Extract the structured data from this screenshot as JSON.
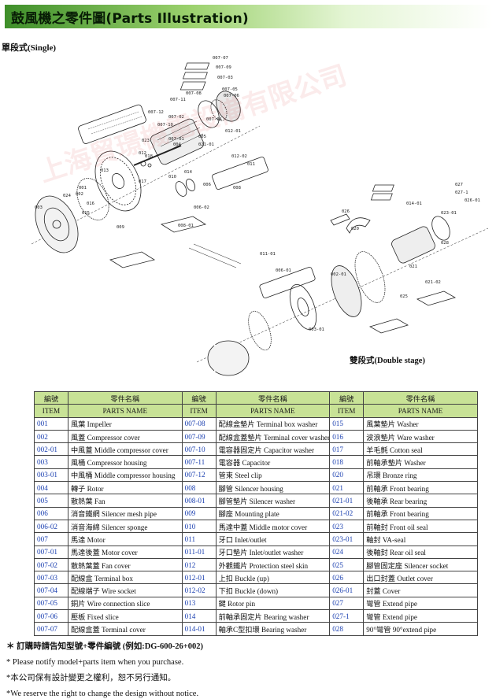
{
  "title": "鼓風機之零件圖(Parts Illustration)",
  "single_label": "單段式(Single)",
  "double_label": "雙段式(Double stage)",
  "watermark_text": "上海貿璟機電設備有限公司",
  "table": {
    "headers": {
      "no_zh": "編號",
      "name_zh": "零件名稱",
      "no_en": "ITEM",
      "name_en": "PARTS NAME"
    },
    "rows": [
      [
        [
          "001",
          "風葉  Impeller"
        ],
        [
          "007-08",
          "配線盒墊片  Terminal box washer"
        ],
        [
          "015",
          "風葉墊片  Washer"
        ]
      ],
      [
        [
          "002",
          "風蓋  Compressor cover"
        ],
        [
          "007-09",
          "配線盒蓋墊片  Terminal cover washer"
        ],
        [
          "016",
          "波浪墊片  Ware washer"
        ]
      ],
      [
        [
          "002-01",
          "中風蓋  Middle compressor cover"
        ],
        [
          "007-10",
          "電容器固定片  Capacitor washer"
        ],
        [
          "017",
          "羊毛氈  Cotton seal"
        ]
      ],
      [
        [
          "003",
          "風桶  Compressor housing"
        ],
        [
          "007-11",
          "電容器  Capacitor"
        ],
        [
          "018",
          "前軸承墊片  Washer"
        ]
      ],
      [
        [
          "003-01",
          "中風桶  Middle compressor housing"
        ],
        [
          "007-12",
          "管束  Steel clip"
        ],
        [
          "020",
          "吊環  Bronze ring"
        ]
      ],
      [
        [
          "004",
          "轉子  Rotor"
        ],
        [
          "008",
          "腳管  Silencer housing"
        ],
        [
          "021",
          "前軸承  Front bearing"
        ]
      ],
      [
        [
          "005",
          "散熱葉  Fan"
        ],
        [
          "008-01",
          "腳管墊片  Silencer washer"
        ],
        [
          "021-01",
          "後軸承  Rear bearing"
        ]
      ],
      [
        [
          "006",
          "消音鐵網  Silencer mesh pipe"
        ],
        [
          "009",
          "腳座  Mounting plate"
        ],
        [
          "021-02",
          "前軸承  Front bearing"
        ]
      ],
      [
        [
          "006-02",
          "消音海綿  Silencer sponge"
        ],
        [
          "010",
          "馬達中蓋  Middle motor cover"
        ],
        [
          "023",
          "前軸封  Front oil seal"
        ]
      ],
      [
        [
          "007",
          "馬達  Motor"
        ],
        [
          "011",
          "牙口  Inlet/outlet"
        ],
        [
          "023-01",
          "軸封  VA-seal"
        ]
      ],
      [
        [
          "007-01",
          "馬達後蓋  Motor cover"
        ],
        [
          "011-01",
          "牙口墊片  Inlet/outlet washer"
        ],
        [
          "024",
          "後軸封  Rear oil seal"
        ]
      ],
      [
        [
          "007-02",
          "散熱葉蓋  Fan cover"
        ],
        [
          "012",
          "外觀鐵片  Protection steel skin"
        ],
        [
          "025",
          "腳管固定座  Silencer socket"
        ]
      ],
      [
        [
          "007-03",
          "配線盒  Terminal box"
        ],
        [
          "012-01",
          "上扣  Buckle (up)"
        ],
        [
          "026",
          "出口封蓋  Outlet cover"
        ]
      ],
      [
        [
          "007-04",
          "配線端子  Wire socket"
        ],
        [
          "012-02",
          "下扣  Buckle (down)"
        ],
        [
          "026-01",
          "封蓋  Cover"
        ]
      ],
      [
        [
          "007-05",
          "銅片  Wire connection slice"
        ],
        [
          "013",
          "鍵  Rotor pin"
        ],
        [
          "027",
          "彎管  Extend pipe"
        ]
      ],
      [
        [
          "007-06",
          "壓板  Fixed slice"
        ],
        [
          "014",
          "前軸承固定片  Bearing washer"
        ],
        [
          "027-1",
          "彎管  Extend pipe"
        ]
      ],
      [
        [
          "007-07",
          "配線盒蓋  Terminal cover"
        ],
        [
          "014-01",
          "軸承C型扣環  Bearing washer"
        ],
        [
          "028",
          "90°彎管  90°extend pipe"
        ]
      ]
    ]
  },
  "notes": [
    "＊ 訂購時請告知型號+零件編號 (例如:DG-600-26+002)",
    "* Please notify model+parts item when you purchase.",
    "*本公司保有設計變更之權利，恕不另行通知。",
    "*We reserve the right to change the design without notice."
  ],
  "drawing_labels": [
    "007-07",
    "007-09",
    "007-03",
    "007-05",
    "007-06",
    "007-08",
    "007-11",
    "007-12",
    "007-02",
    "007-10",
    "007-04",
    "007-01",
    "012-01",
    "012-02",
    "005",
    "021-01",
    "023",
    "012",
    "001",
    "002",
    "003",
    "016",
    "013",
    "014",
    "004",
    "006",
    "006-02",
    "008",
    "008-01",
    "009",
    "010",
    "011",
    "018",
    "017",
    "024",
    "015",
    "011-01",
    "006-01",
    "026",
    "027",
    "027-1",
    "028",
    "002-01",
    "003-01",
    "021",
    "021-02",
    "014-01",
    "026-01",
    "023-01",
    "025",
    "020"
  ],
  "colors": {
    "title_gradient_dark": "#3f8f2a",
    "title_gradient_light": "#9bd16d",
    "table_header": "#c8e296",
    "item_number": "#1a3fb0"
  }
}
